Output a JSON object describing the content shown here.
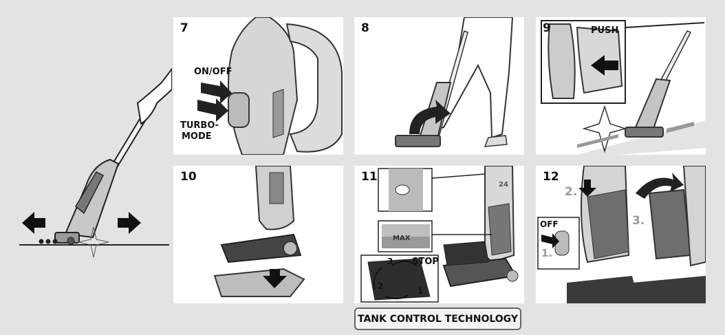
{
  "panels": {
    "p7": {
      "number": "7",
      "on_off": "ON/OFF",
      "turbo_line1": "TURBO-",
      "turbo_line2": "MODE"
    },
    "p8": {
      "number": "8"
    },
    "p9": {
      "number": "9",
      "push": "PUSH"
    },
    "p10": {
      "number": "10"
    },
    "p11": {
      "number": "11",
      "max": "MAX",
      "stop": "STOP",
      "step1": "1",
      "step2": "2",
      "step3": "3",
      "badge": "24"
    },
    "p12": {
      "number": "12",
      "off": "OFF",
      "step1": "1.",
      "step2": "2.",
      "step3": "3."
    }
  },
  "footer": {
    "label": "TANK CONTROL TECHNOLOGY"
  }
}
